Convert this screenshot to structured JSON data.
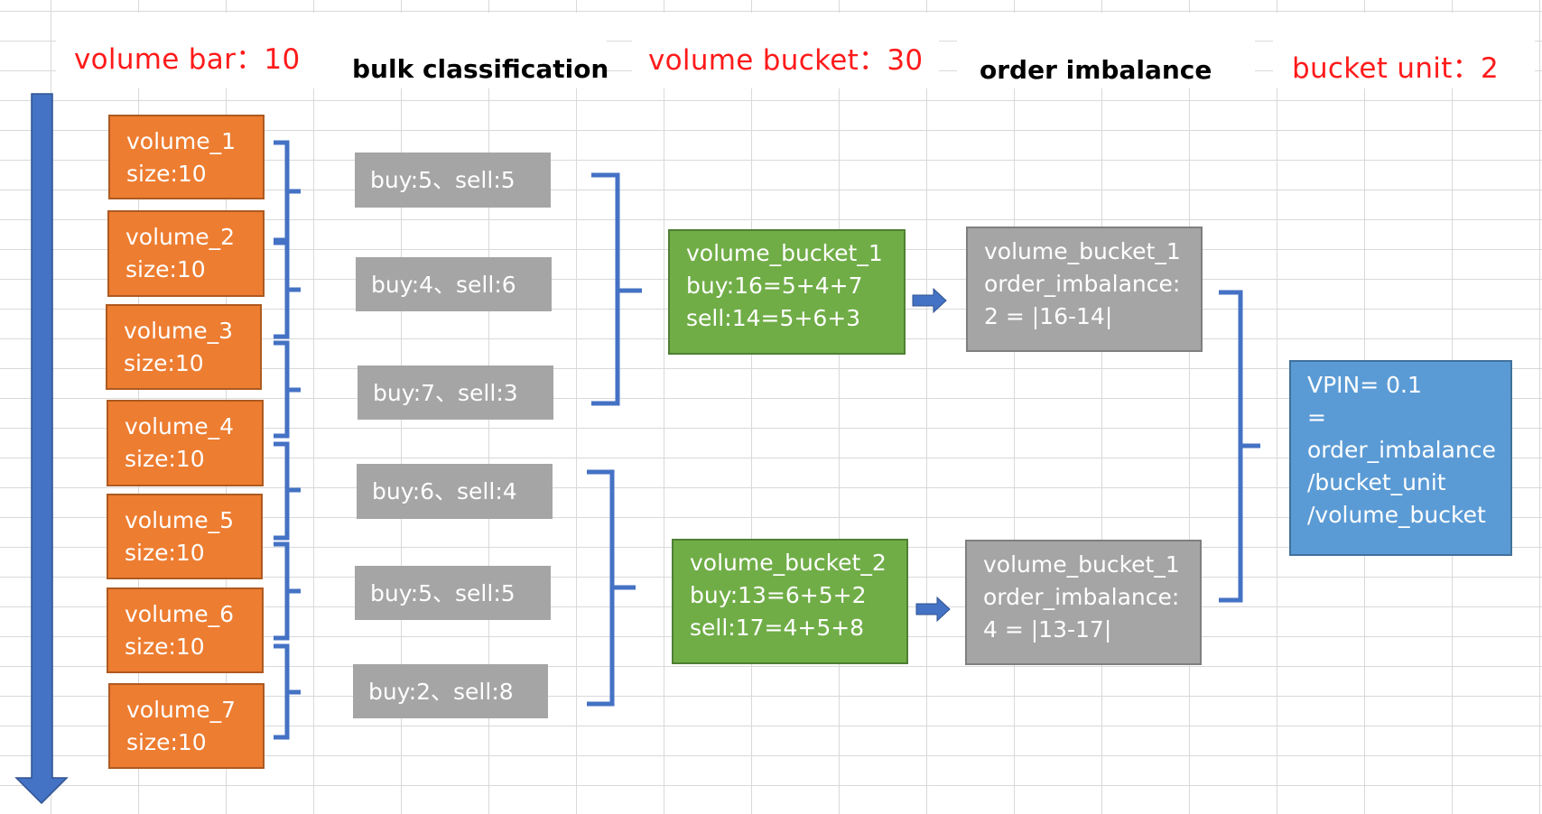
{
  "headers": {
    "volume_bar": "volume bar：10",
    "bulk_classification": "bulk classification",
    "volume_bucket": "volume bucket：30",
    "order_imbalance": "order imbalance",
    "bucket_unit": "bucket unit：2"
  },
  "volume_bars": [
    {
      "name": "volume_1",
      "size": "size:10"
    },
    {
      "name": "volume_2",
      "size": "size:10"
    },
    {
      "name": "volume_3",
      "size": "size:10"
    },
    {
      "name": "volume_4",
      "size": "size:10"
    },
    {
      "name": "volume_5",
      "size": "size:10"
    },
    {
      "name": "volume_6",
      "size": "size:10"
    },
    {
      "name": "volume_7",
      "size": "size:10"
    }
  ],
  "classifications": [
    "buy:5、sell:5",
    "buy:4、sell:6",
    "buy:7、sell:3",
    "buy:6、sell:4",
    "buy:5、sell:5",
    "buy:2、sell:8"
  ],
  "buckets": [
    {
      "name": "volume_bucket_1",
      "buy": "buy:16=5+4+7",
      "sell": "sell:14=5+6+3"
    },
    {
      "name": "volume_bucket_2",
      "buy": "buy:13=6+5+2",
      "sell": "sell:17=4+5+8"
    }
  ],
  "imbalances": [
    {
      "name": "volume_bucket_1",
      "label": "order_imbalance:",
      "value": "2 = |16-14|"
    },
    {
      "name": "volume_bucket_1",
      "label": "order_imbalance:",
      "value": "4 = |13-17|"
    }
  ],
  "vpin": {
    "line1": "VPIN= 0.1",
    "line2": "=",
    "line3": "order_imbalance",
    "line4": "/bucket_unit",
    "line5": "/volume_bucket"
  },
  "colors": {
    "volume_bar": "#ed7d31",
    "classification": "#a5a5a5",
    "bucket": "#70ad47",
    "imbalance": "#a5a5a5",
    "vpin": "#5b9bd5",
    "connector": "#4472c4",
    "header_red": "#ff1a1a"
  }
}
